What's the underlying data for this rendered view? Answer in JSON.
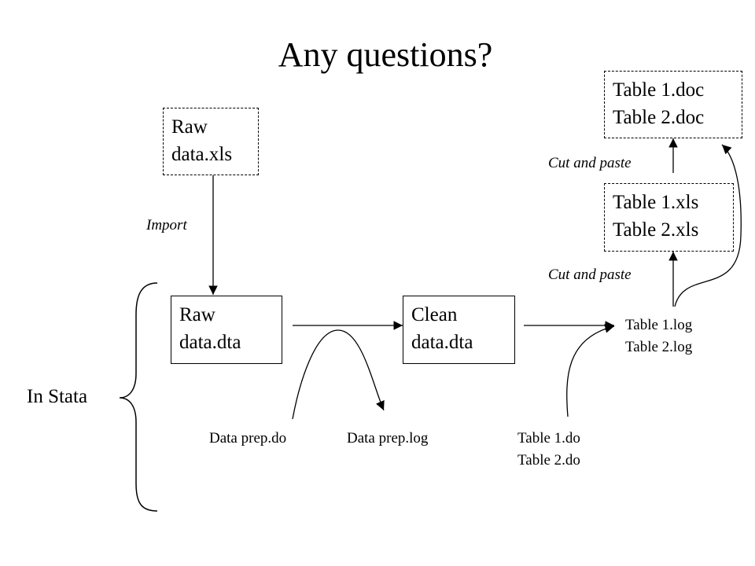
{
  "title": "Any questions?",
  "nodes": {
    "raw_xls": [
      "Raw",
      "data.xls"
    ],
    "raw_dta": [
      "Raw",
      "data.dta"
    ],
    "clean_dta": [
      "Clean",
      "data.dta"
    ],
    "tables_doc": [
      "Table 1.doc",
      "Table 2.doc"
    ],
    "tables_xls": [
      "Table 1.xls",
      "Table 2.xls"
    ],
    "tables_log": [
      "Table 1.log",
      "Table 2.log"
    ],
    "tables_do": [
      "Table 1.do",
      "Table 2.do"
    ],
    "data_prep_do": "Data prep.do",
    "data_prep_log": "Data prep.log"
  },
  "edge_labels": {
    "import": "Import",
    "cut_paste_top": "Cut and paste",
    "cut_paste_bottom": "Cut and paste"
  },
  "group_label": "In Stata"
}
